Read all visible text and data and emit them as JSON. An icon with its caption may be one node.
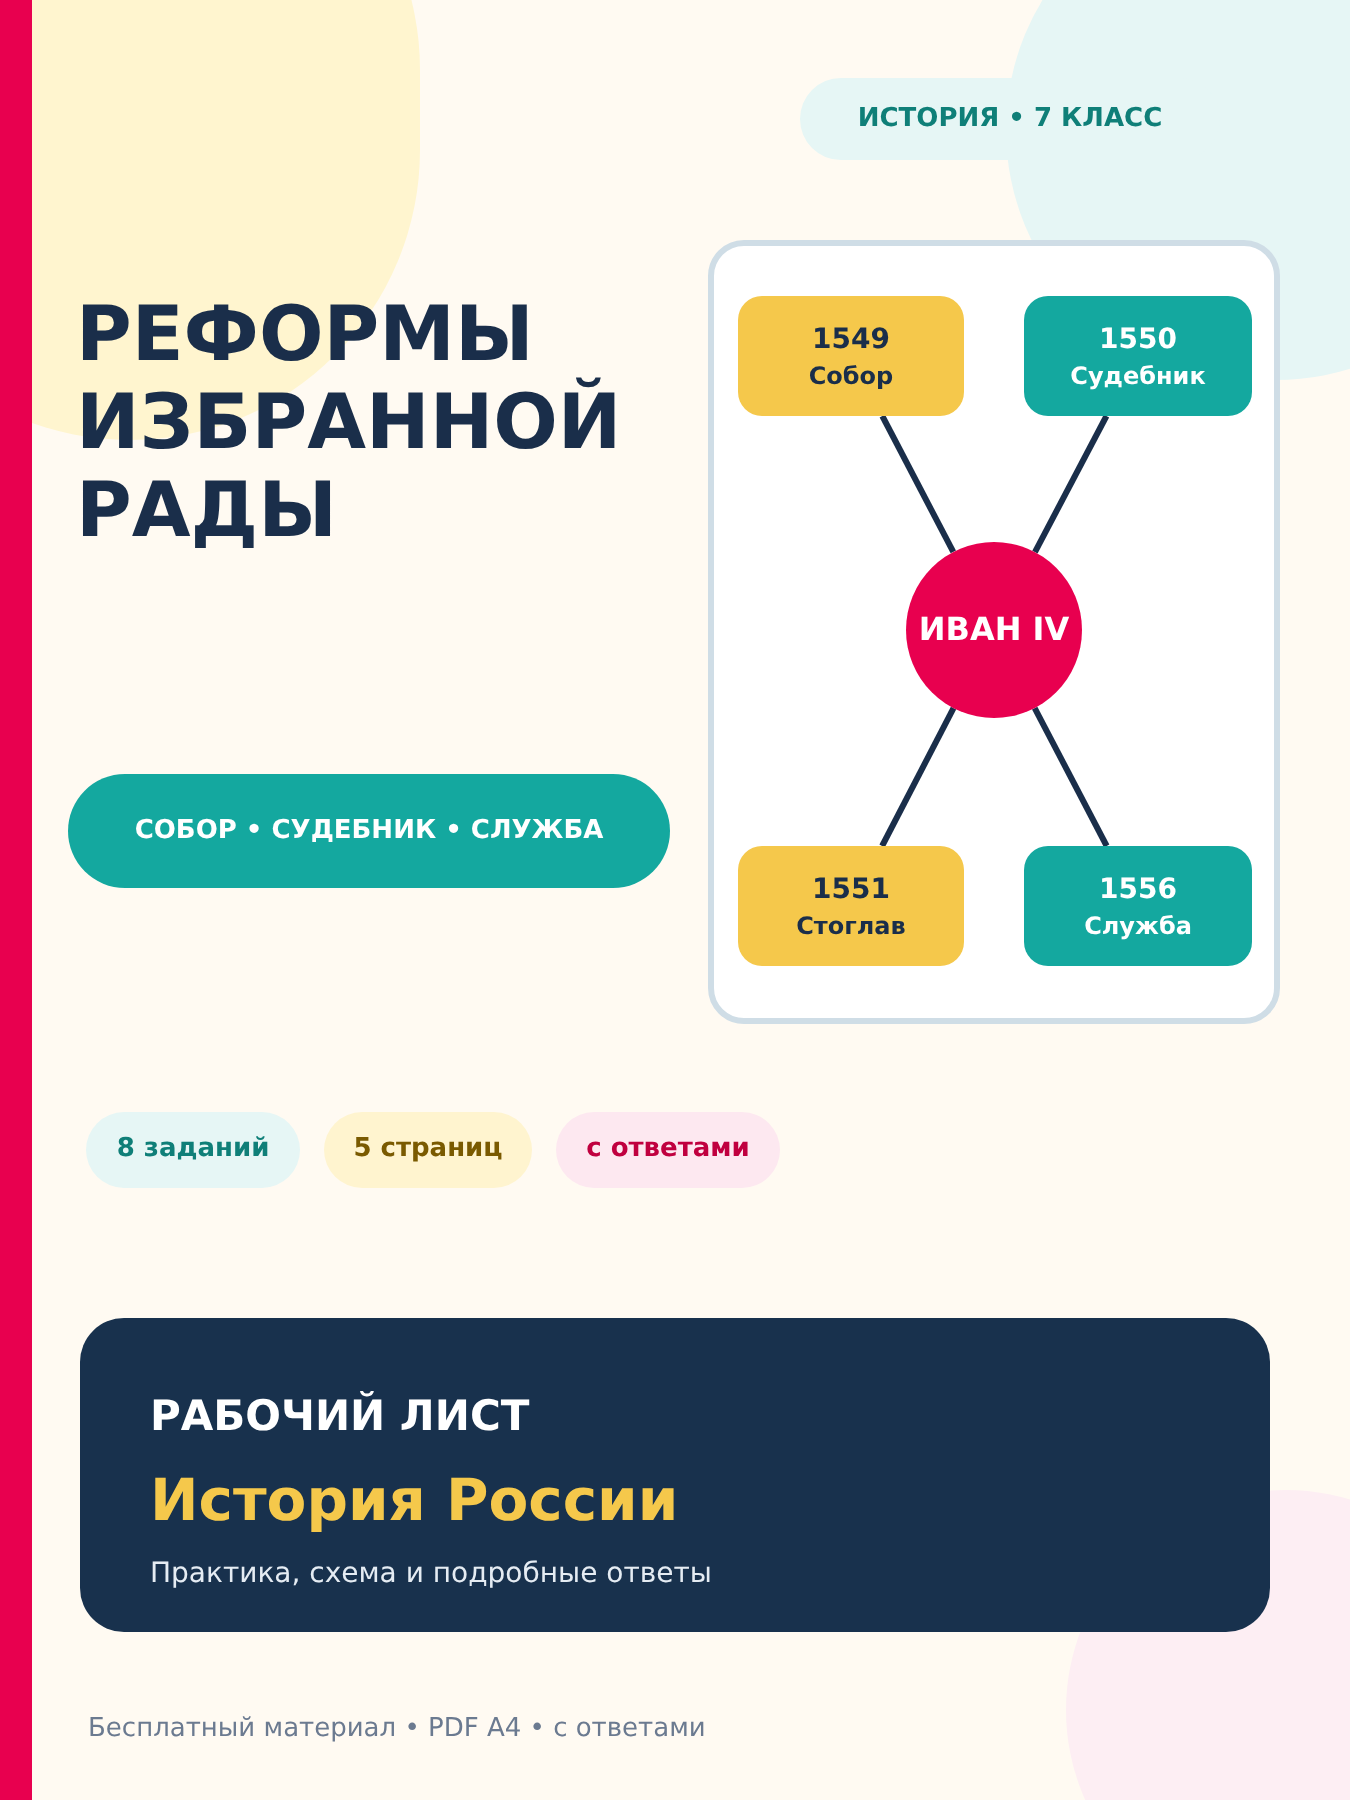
{
  "diagram": {
    "title": "РЕФОРМЫ ИЗБРАННОЙ РАДЫ",
    "nodes": [
      {
        "text": [
          "1549",
          "Собор"
        ]
      },
      {
        "text": [
          "1550",
          "Судебник"
        ]
      },
      {
        "text": [
          "ИВАН IV"
        ]
      },
      {
        "text": [
          "1551",
          "Стоглав"
        ]
      },
      {
        "text": [
          "1556",
          "Служба"
        ]
      }
    ],
    "edges": [
      {
        "from": 2,
        "to": 0,
        "arrow": "none"
      },
      {
        "from": 2,
        "to": 1,
        "arrow": "none"
      },
      {
        "from": 2,
        "to": 3,
        "arrow": "none"
      },
      {
        "from": 2,
        "to": 4,
        "arrow": "none"
      }
    ],
    "labels": [
      "ИСТОРИЯ • 7 КЛАСС",
      "СОБОР • СУДЕБНИК • СЛУЖБА",
      "8 заданий",
      "5 страниц",
      "с ответами",
      "РАБОЧИЙ ЛИСТ",
      "История России",
      "Практика, схема и подробные ответы",
      "Бесплатный материал • PDF A4 • с ответами"
    ]
  }
}
